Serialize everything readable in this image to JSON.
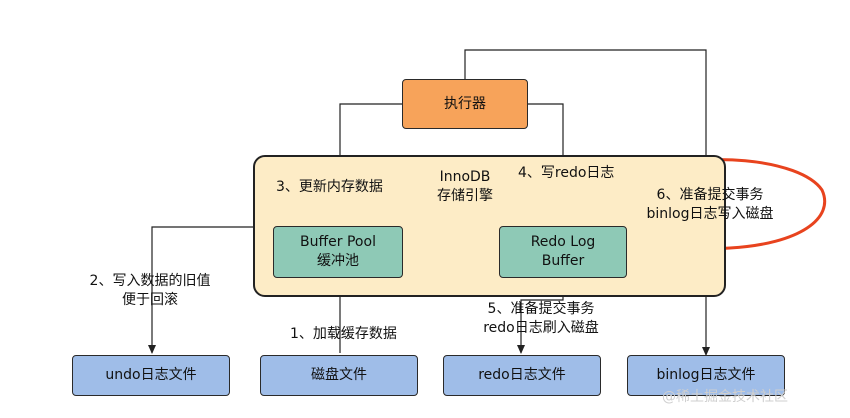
{
  "executor": {
    "label": "执行器"
  },
  "innodb": {
    "line1": "InnoDB",
    "line2": "存储引擎"
  },
  "buffer_pool": {
    "line1": "Buffer Pool",
    "line2": "缓冲池"
  },
  "redo_log_buffer": {
    "line1": "Redo Log",
    "line2": "Buffer"
  },
  "files": {
    "undo": "undo日志文件",
    "disk": "磁盘文件",
    "redo": "redo日志文件",
    "binlog": "binlog日志文件"
  },
  "steps": {
    "s1": "1、加载缓存数据",
    "s2_line1": "2、写入数据的旧值",
    "s2_line2": "便于回滚",
    "s3": "3、更新内存数据",
    "s4": "4、写redo日志",
    "s5_line1": "5、准备提交事务",
    "s5_line2": "redo日志刷入磁盘",
    "s6_line1": "6、准备提交事务",
    "s6_line2": "binlog日志写入磁盘"
  },
  "watermark": "@稀土掘金技术社区",
  "colors": {
    "executor": "#f7a35a",
    "engine": "#fdecc6",
    "buffer": "#8ec9b6",
    "file": "#9fbde8",
    "highlight": "#e8431e"
  }
}
